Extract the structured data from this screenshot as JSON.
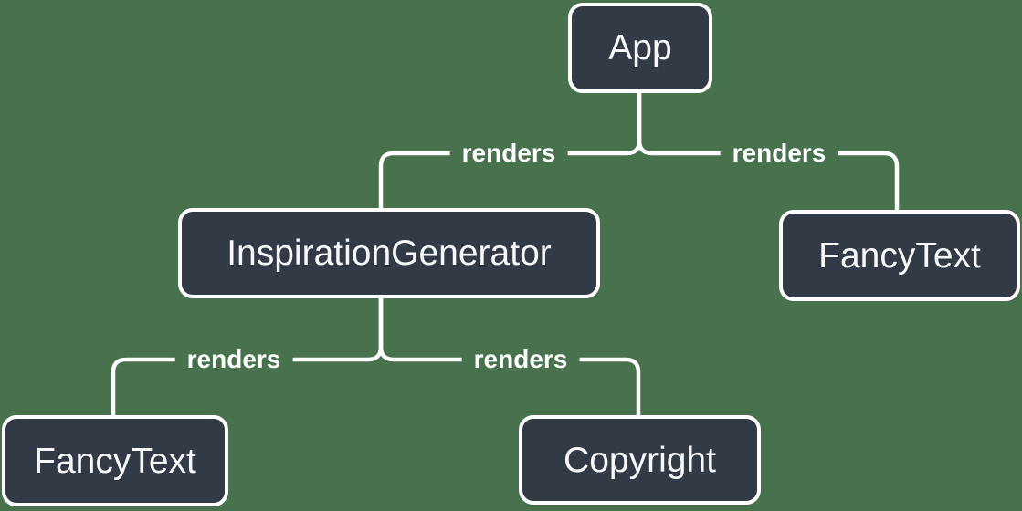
{
  "colors": {
    "background": "#48714E",
    "node_fill": "#323A46",
    "node_border": "#FFFFFF",
    "node_text": "#F6F7F9",
    "connector_line": "#FFFFFF",
    "edge_label_text": "#FFFFFF"
  },
  "diagram": {
    "type": "component-render-tree",
    "nodes": [
      {
        "id": "app",
        "label": "App"
      },
      {
        "id": "inspiration-generator",
        "label": "InspirationGenerator"
      },
      {
        "id": "fancy-text-right",
        "label": "FancyText"
      },
      {
        "id": "fancy-text-left",
        "label": "FancyText"
      },
      {
        "id": "copyright",
        "label": "Copyright"
      }
    ],
    "edges": [
      {
        "from": "App",
        "to": "InspirationGenerator",
        "label": "renders"
      },
      {
        "from": "App",
        "to": "FancyText",
        "label": "renders"
      },
      {
        "from": "InspirationGenerator",
        "to": "FancyText",
        "label": "renders"
      },
      {
        "from": "InspirationGenerator",
        "to": "Copyright",
        "label": "renders"
      }
    ]
  }
}
